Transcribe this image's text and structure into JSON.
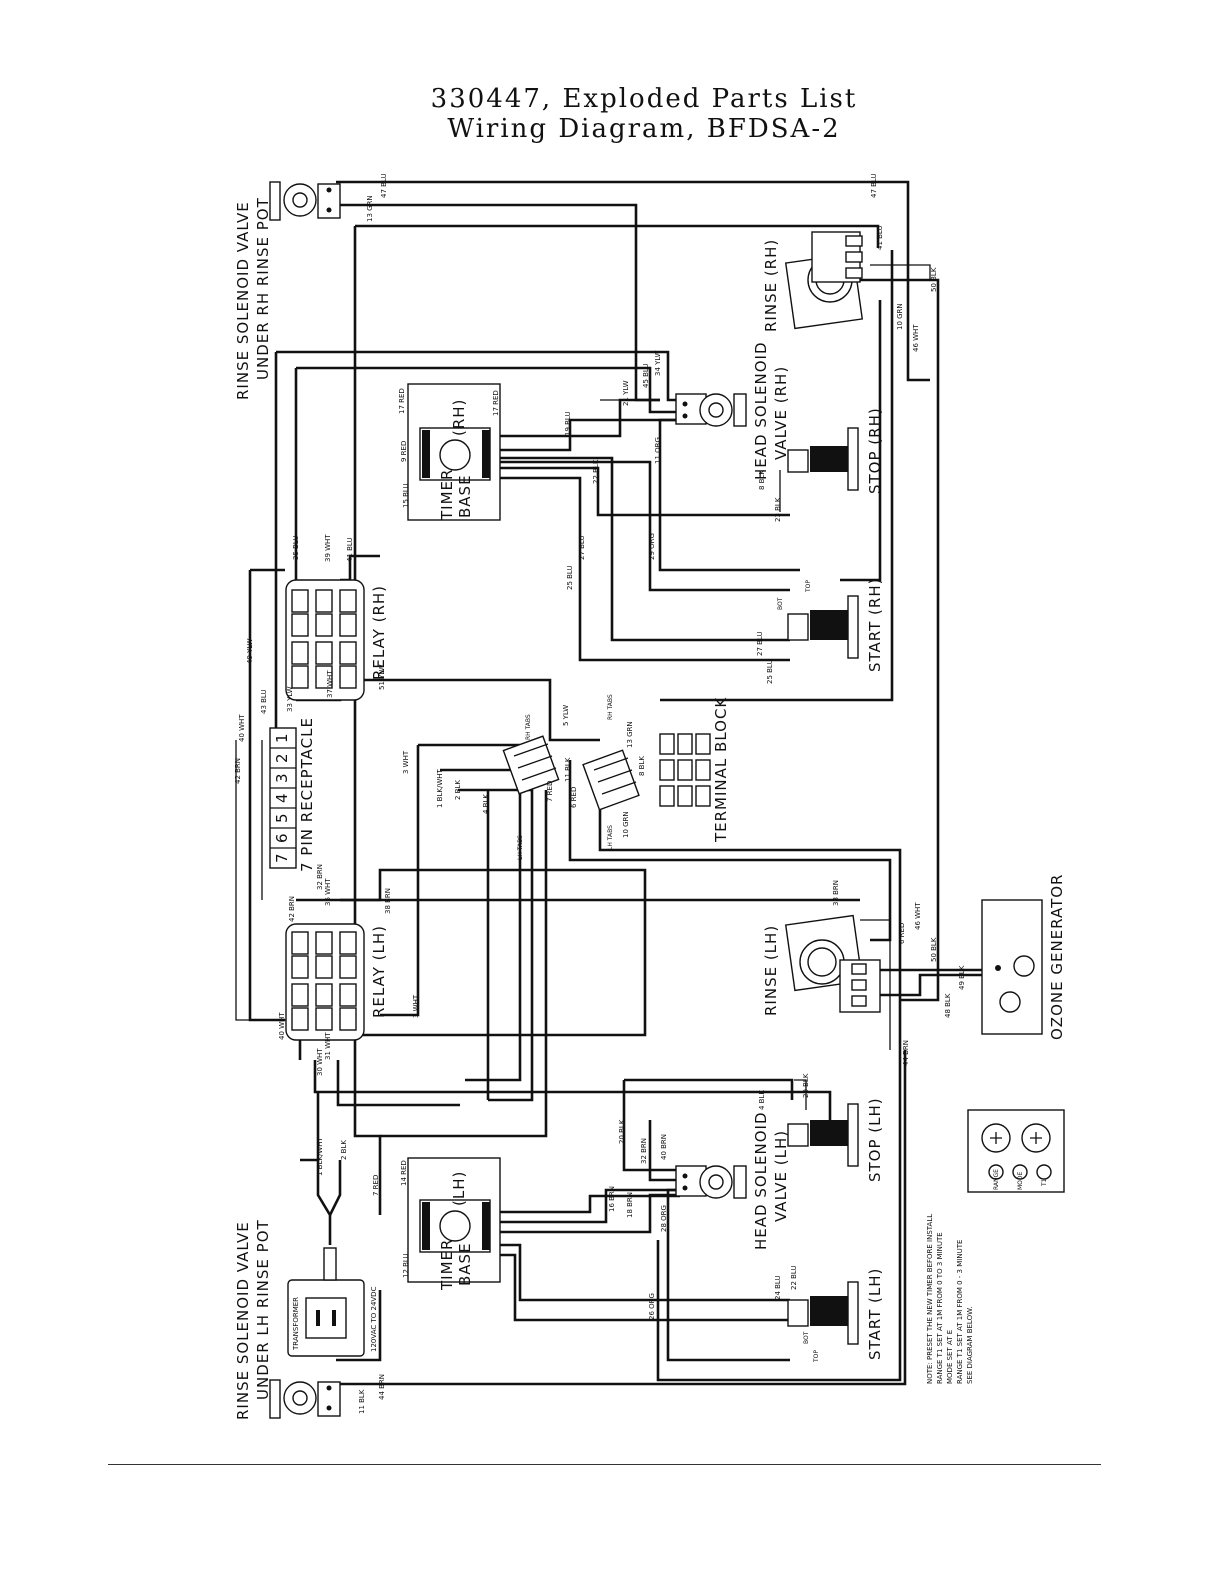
{
  "title": {
    "line1": "330447, Exploded Parts List",
    "line2": "Wiring Diagram, BFDSA-2"
  },
  "labels": {
    "rinse_valve_rh_1": "RINSE SOLENOID VALVE",
    "rinse_valve_rh_2": "UNDER RH RINSE POT",
    "rinse_valve_lh_1": "RINSE SOLENOID VALVE",
    "rinse_valve_lh_2": "UNDER LH RINSE POT",
    "rinse_rh": "RINSE (RH)",
    "rinse_lh": "RINSE (LH)",
    "head_valve_rh_1": "HEAD SOLENOID",
    "head_valve_rh_2": "VALVE (RH)",
    "head_valve_lh_1": "HEAD SOLENOID",
    "head_valve_lh_2": "VALVE (LH)",
    "stop_rh": "STOP (RH)",
    "stop_lh": "STOP (LH)",
    "start_rh": "START (RH)",
    "start_lh": "START (LH)",
    "timer_base_rh_1": "TIMER",
    "timer_base_rh_2": "BASE",
    "timer_base_rh_3": "(RH)",
    "timer_base_lh_1": "TIMER",
    "timer_base_lh_2": "BASE",
    "timer_base_lh_3": "(LH)",
    "relay_rh": "RELAY (RH)",
    "relay_lh": "RELAY (LH)",
    "pin_receptacle": "7 PIN RECEPTACLE",
    "terminal_block": "TERMINAL BLOCK",
    "ozone_generator": "OZONE GENERATOR",
    "transformer": "TRANSFORMER",
    "transformer_rating": "120VAC TO 24VDC",
    "rh_tabs_1": "RH TABS",
    "rh_tabs_2": "RH TABS",
    "lh_tabs_1": "LH TABS",
    "lh_tabs_2": "LH TABS"
  },
  "receptacle_pins": [
    "1",
    "2",
    "3",
    "4",
    "5",
    "6",
    "7"
  ],
  "wire_labels": {
    "w47blu_a": "47 BLU",
    "w13grn": "13 GRN",
    "w47blu_b": "47 BLU",
    "w41blu_rinse": "41 BLU",
    "w50blk": "50 BLK",
    "w10grn": "10 GRN",
    "w46wht": "46 WHT",
    "w34ylw": "34 YLW",
    "w45blu": "45 BLU",
    "w21ylw": "21 YLW",
    "w19blu": "19 BLU",
    "w11org": "11 ORG",
    "w22blk": "22 BLK",
    "w17red_a": "17 RED",
    "w17red_b": "17 RED",
    "w9red": "9 RED",
    "w15blu": "15 BLU",
    "w8blk": "8 BLK",
    "w23blk": "23 BLK",
    "w29org": "29 ORG",
    "w27blu_a": "27 BLU",
    "w25blu_a": "25 BLU",
    "w27blu_b": "27 BLU",
    "w25blu_b": "25 BLU",
    "w35blu": "35 BLU",
    "w39wht": "39 WHT",
    "w41blu_relay": "41 BLU",
    "w43blu": "43 BLU",
    "w33ylw": "33 YLW",
    "w49ylw": "49 YLW",
    "w37wht": "37 WHT",
    "w51ylw": "51 YLW",
    "w40wht_a": "40 WHT",
    "w42brn_a": "42 BRN",
    "w5ylw": "5 YLW",
    "w13grn_b": "13 GRN",
    "w8blk_b": "8 BLK",
    "w3wht": "3 WHT",
    "w1blkwht": "1 BLK/WHT",
    "w2blk": "2 BLK",
    "w4blk": "4 BLK",
    "w7red": "7 RED",
    "w11blk": "11 BLK",
    "w6red": "6 RED",
    "w10grn_b": "10 GRN",
    "w32brn": "32 BRN",
    "w36wht": "36 WHT",
    "w38brn_a": "38 BRN",
    "w42brn_b": "42 BRN",
    "w40wht_b": "40 WHT",
    "w3wht_b": "3 WHT",
    "w30wht": "30 WHT",
    "w31wht": "31 WHT",
    "w38brn_b": "38 BRN",
    "w6red_b": "6 RED",
    "w46wht_b": "46 WHT",
    "w50blk_b": "50 BLK",
    "w49blk": "49 BLK",
    "w48blk": "48 BLK",
    "w44brn_a": "44 BRN",
    "w4blk_b": "4 BLK",
    "w20blk": "20 BLK",
    "w40brn": "40 BRN",
    "w20blk_b": "20 BLK",
    "w32brn_b": "32 BRN",
    "w18brn": "18 BRN",
    "w16brn": "16 BRN",
    "w28org": "28 ORG",
    "w14red": "14 RED",
    "w7red_b": "7 RED",
    "w12blu": "12 BLU",
    "w24blu": "24 BLU",
    "w22blu": "22 BLU",
    "w26org": "26 ORG",
    "w1blkwht_b": "1 BLK/WHT",
    "w2blk_b": "2 BLK",
    "w11blk_b": "11 BLK",
    "w44brn_b": "44 BRN",
    "wbot": "BOT",
    "wtop": "TOP",
    "wbot2": "BOT",
    "wtop2": "TOP"
  },
  "note": {
    "line1": "NOTE: PRESET THE NEW TIMER BEFORE INSTALL",
    "line2": "RANGE T1 SET AT 1M FROM 0 TO 3 MINUTE",
    "line3": "MODE SET AT E",
    "line4": "RANGE T1 SET AT 1M FROM 0 - 3 MINUTE",
    "line5": "SEE DIAGRAM BELOW."
  },
  "timer_dial": {
    "label_a": "RANGE",
    "label_b": "MODE",
    "label_c": "T1"
  }
}
